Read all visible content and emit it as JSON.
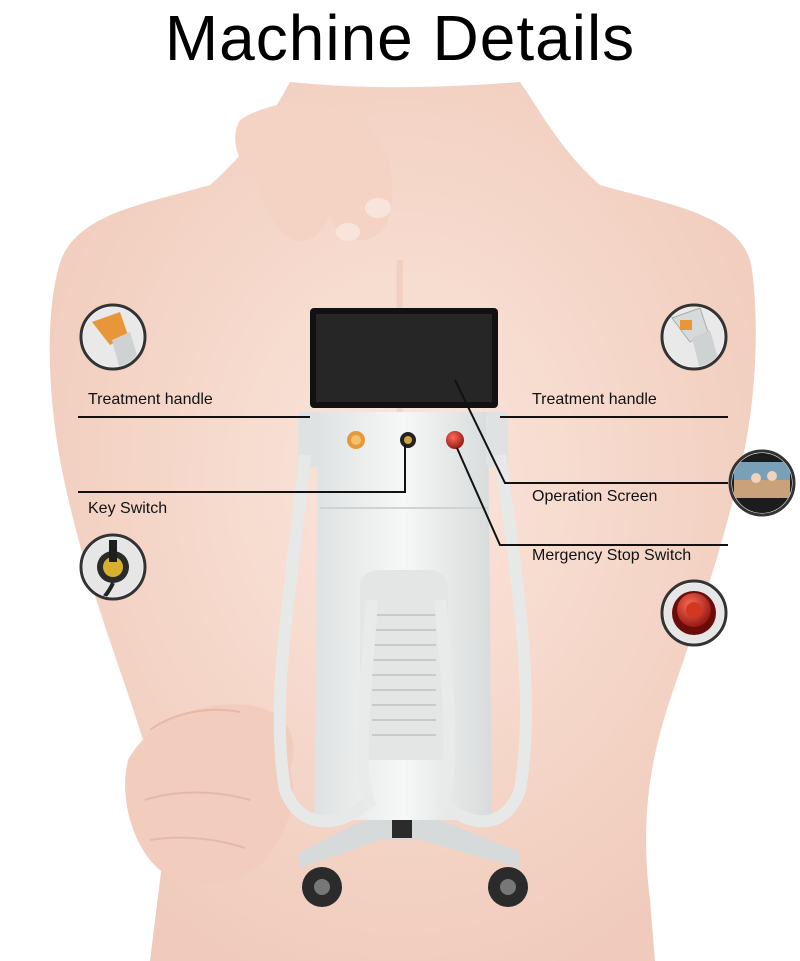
{
  "title": "Machine Details",
  "labels": {
    "treatment_handle_left": "Treatment handle",
    "treatment_handle_right": "Treatment handle",
    "key_switch": "Key Switch",
    "operation_screen": "Operation Screen",
    "emergency_stop": "Mergency Stop Switch"
  },
  "colors": {
    "skin": "#f6d9cd",
    "skin_shadow": "#eec5b4",
    "machine_body": "#eceeee",
    "screen": "#1a1a1a",
    "stop_button": "#c2281e",
    "handle_orange": "#e69a3c"
  }
}
